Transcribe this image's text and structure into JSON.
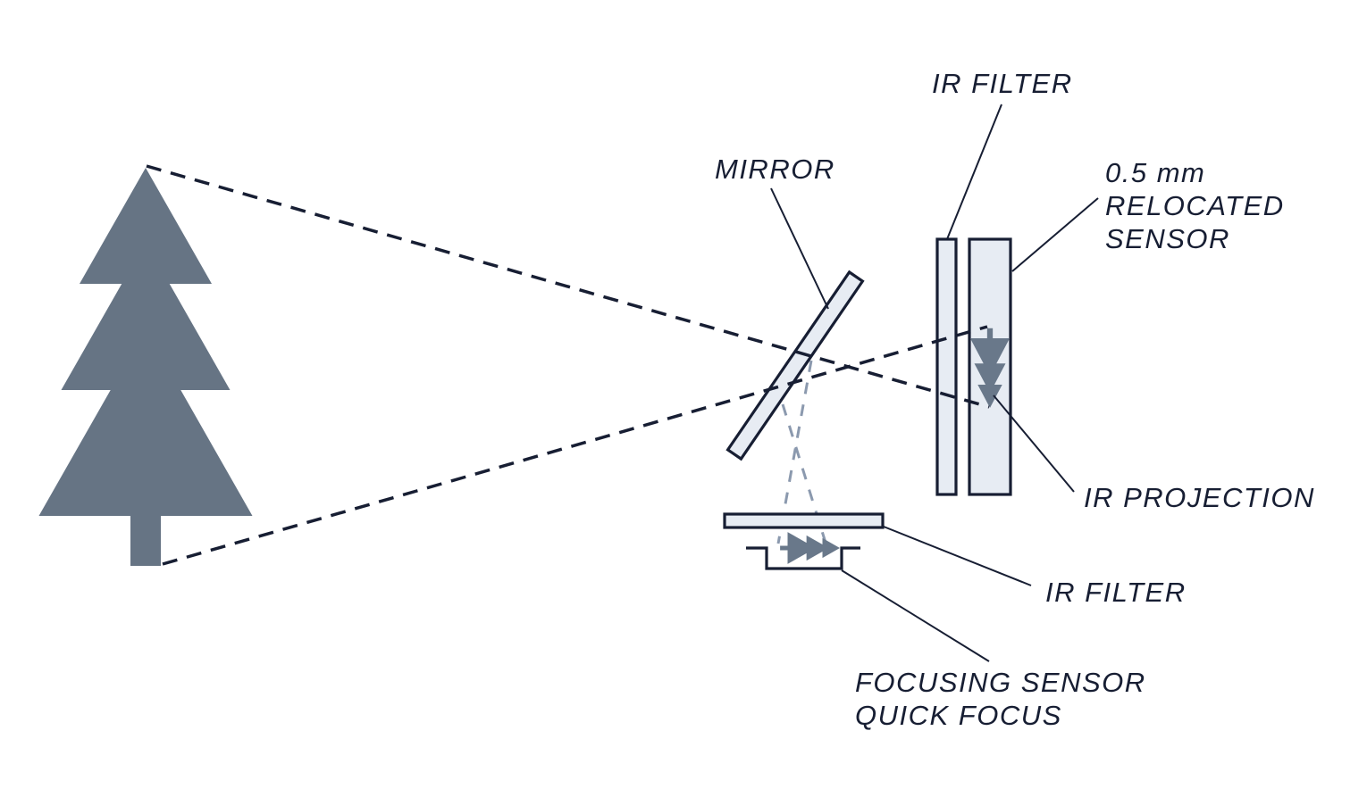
{
  "diagram": {
    "type": "optical-path-diagram",
    "labels": {
      "ir_filter_top": "IR FILTER",
      "mirror": "MIRROR",
      "relocated_sensor": {
        "line1": "0.5 mm",
        "line2": "RELOCATED",
        "line3": "SENSOR"
      },
      "ir_projection": "IR PROJECTION",
      "ir_filter_bottom": "IR FILTER",
      "focusing_sensor": {
        "line1": "FOCUSING SENSOR",
        "line2": "QUICK FOCUS"
      }
    },
    "colors": {
      "background": "#ffffff",
      "line": "#171e33",
      "panel_fill": "#e7ecf3",
      "tree": "#667484",
      "projection": "#69788a",
      "reflected_ray": "#8b99ae"
    }
  }
}
